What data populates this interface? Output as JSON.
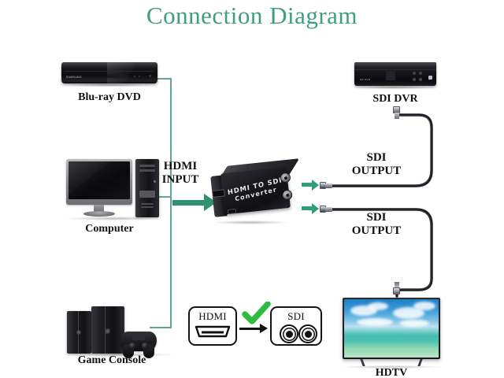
{
  "page": {
    "title": "Connection Diagram",
    "title_color": "#3f9e82",
    "background_color": "#ffffff",
    "accent_green": "#2f9170",
    "bracket_green": "#62a88f"
  },
  "sources": {
    "section_label": "HDMI INPUT",
    "devices": [
      {
        "name": "bluray-dvd",
        "caption": "Blu-ray DVD"
      },
      {
        "name": "computer",
        "caption": "Computer"
      },
      {
        "name": "game-console",
        "caption": "Game Console"
      }
    ]
  },
  "converter": {
    "name": "hdmi-to-sdi-converter",
    "label_line1": "HDMI TO SDI",
    "label_line2": "Converter"
  },
  "outputs": {
    "labels": [
      {
        "line1": "SDI",
        "line2": "OUTPUT"
      },
      {
        "line1": "SDI",
        "line2": "OUTPUT"
      }
    ],
    "devices": [
      {
        "name": "sdi-dvr",
        "caption": "SDI DVR"
      },
      {
        "name": "hdtv",
        "caption": "HDTV"
      }
    ]
  },
  "legend": {
    "input_label": "HDMI",
    "output_label": "SDI",
    "conversion_mark": "check",
    "arrow": "right-arrow"
  }
}
